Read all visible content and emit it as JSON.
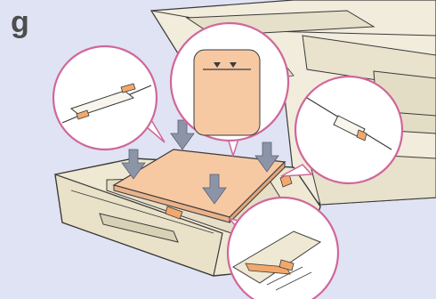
{
  "illustration": {
    "step_letter": "g",
    "description_icons": [
      "printer",
      "paper-tray",
      "paper-stack",
      "down-arrow",
      "magnified-callout"
    ],
    "colors": {
      "background": "#dfe3f3",
      "printer_body": "#f1ecdc",
      "tray": "#efe8d2",
      "paper": "#f6c9a3",
      "guide_tab": "#f2a86c",
      "arrow": "#8c95a8",
      "callout_ring": "#d0679a",
      "outline": "#3a3a3a"
    },
    "callouts": [
      "top-left-guide",
      "top-fill-mark",
      "right-guide",
      "bottom-guide"
    ]
  }
}
